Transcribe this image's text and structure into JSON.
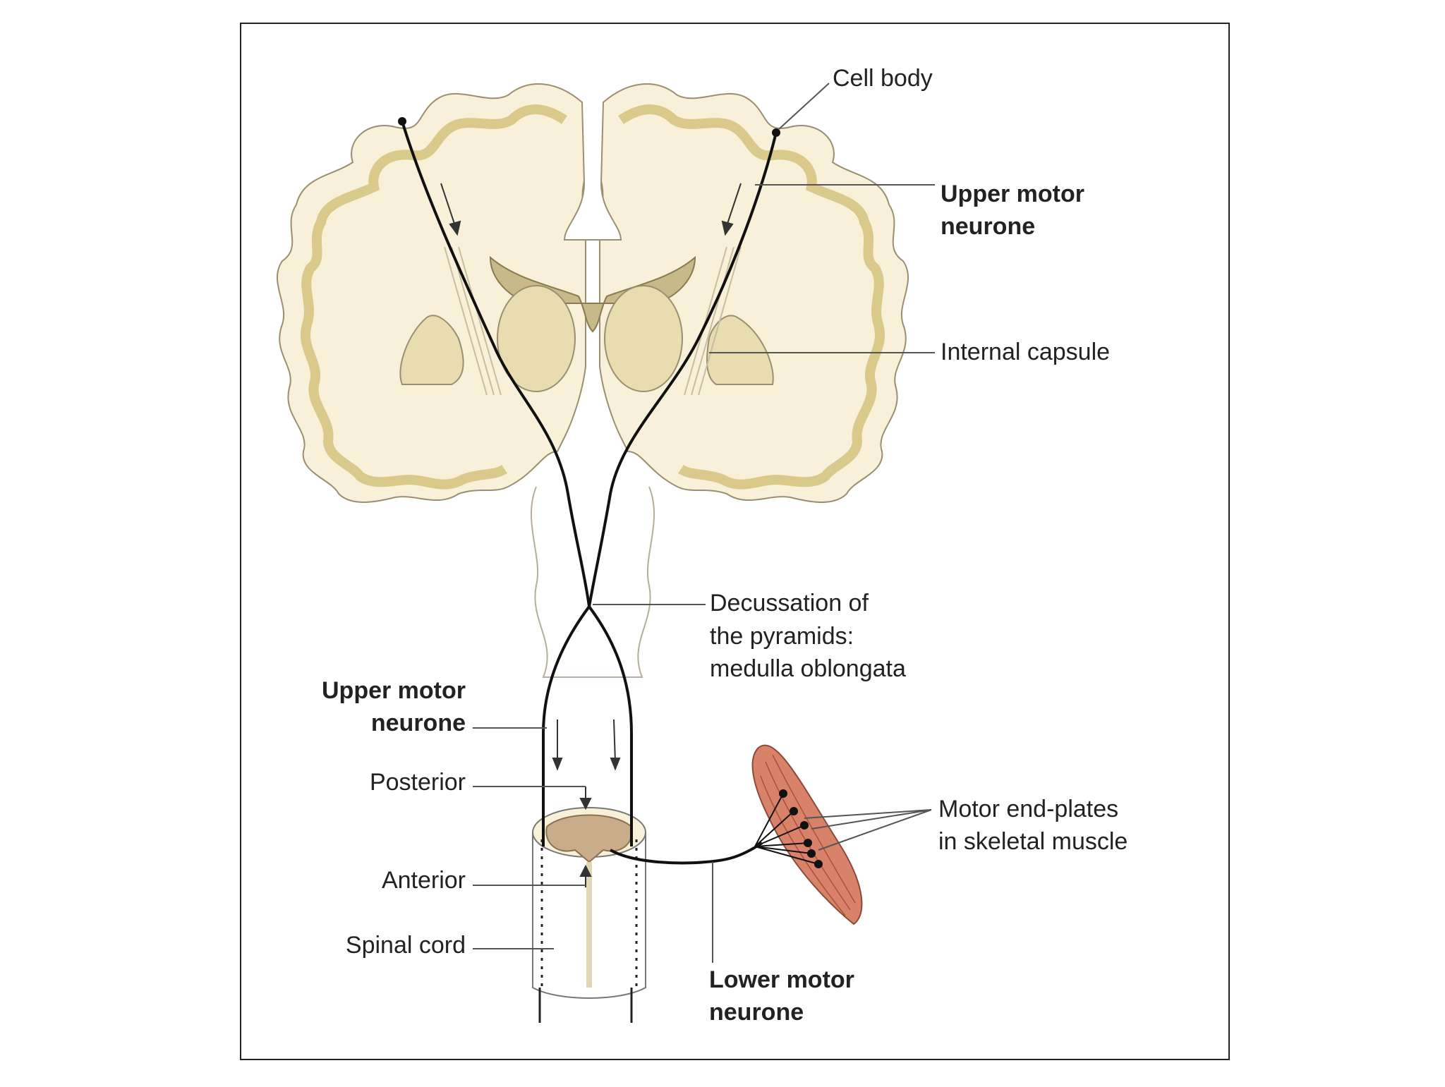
{
  "labels": {
    "cell_body": "Cell body",
    "upper_motor_top_1": "Upper motor",
    "upper_motor_top_2": "neurone",
    "internal_capsule": "Internal capsule",
    "decussation_1": "Decussation of",
    "decussation_2": "the pyramids:",
    "decussation_3": "medulla oblongata",
    "upper_motor_left_1": "Upper motor",
    "upper_motor_left_2": "neurone",
    "posterior": "Posterior",
    "anterior": "Anterior",
    "spinal_cord": "Spinal cord",
    "motor_end_plates_1": "Motor end-plates",
    "motor_end_plates_2": "in skeletal muscle",
    "lower_motor_1": "Lower motor",
    "lower_motor_2": "neurone"
  },
  "colors": {
    "white_matter": "#f8f0d8",
    "grey_matter": "#ece0b2",
    "basal_ganglia": "#e8dcb0",
    "ventricle": "#c9b88a",
    "muscle": "#d9826a",
    "pathway": "#111111",
    "frame": "#222222"
  }
}
